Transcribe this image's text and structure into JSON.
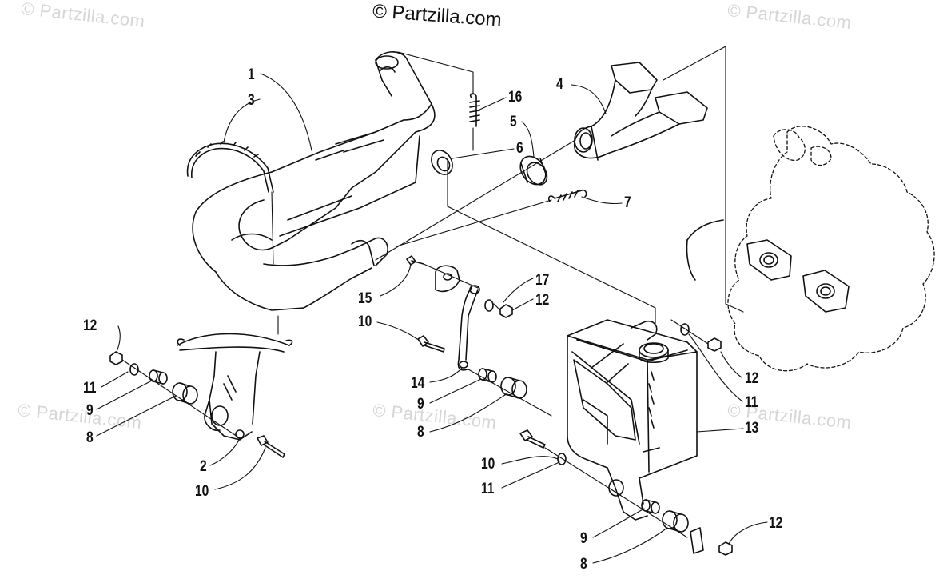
{
  "watermark": {
    "copyright": "© Partzilla.com",
    "faint": "© Partzilla.com"
  },
  "callouts": [
    {
      "id": "c1",
      "label": "1"
    },
    {
      "id": "c3",
      "label": "3"
    },
    {
      "id": "c16",
      "label": "16"
    },
    {
      "id": "c4",
      "label": "4"
    },
    {
      "id": "c5",
      "label": "5"
    },
    {
      "id": "c6",
      "label": "6"
    },
    {
      "id": "c7",
      "label": "7"
    },
    {
      "id": "c17",
      "label": "17"
    },
    {
      "id": "c15",
      "label": "15"
    },
    {
      "id": "c12a",
      "label": "12"
    },
    {
      "id": "c10a",
      "label": "10"
    },
    {
      "id": "c12b",
      "label": "12"
    },
    {
      "id": "c11a",
      "label": "11"
    },
    {
      "id": "c9a",
      "label": "9"
    },
    {
      "id": "c8a",
      "label": "8"
    },
    {
      "id": "c2",
      "label": "2"
    },
    {
      "id": "c10b",
      "label": "10"
    },
    {
      "id": "c14",
      "label": "14"
    },
    {
      "id": "c9b",
      "label": "9"
    },
    {
      "id": "c8b",
      "label": "8"
    },
    {
      "id": "c12c",
      "label": "12"
    },
    {
      "id": "c11b",
      "label": "11"
    },
    {
      "id": "c13",
      "label": "13"
    },
    {
      "id": "c10c",
      "label": "10"
    },
    {
      "id": "c11c",
      "label": "11"
    },
    {
      "id": "c9c",
      "label": "9"
    },
    {
      "id": "c8c",
      "label": "8"
    },
    {
      "id": "c12d",
      "label": "12"
    }
  ]
}
